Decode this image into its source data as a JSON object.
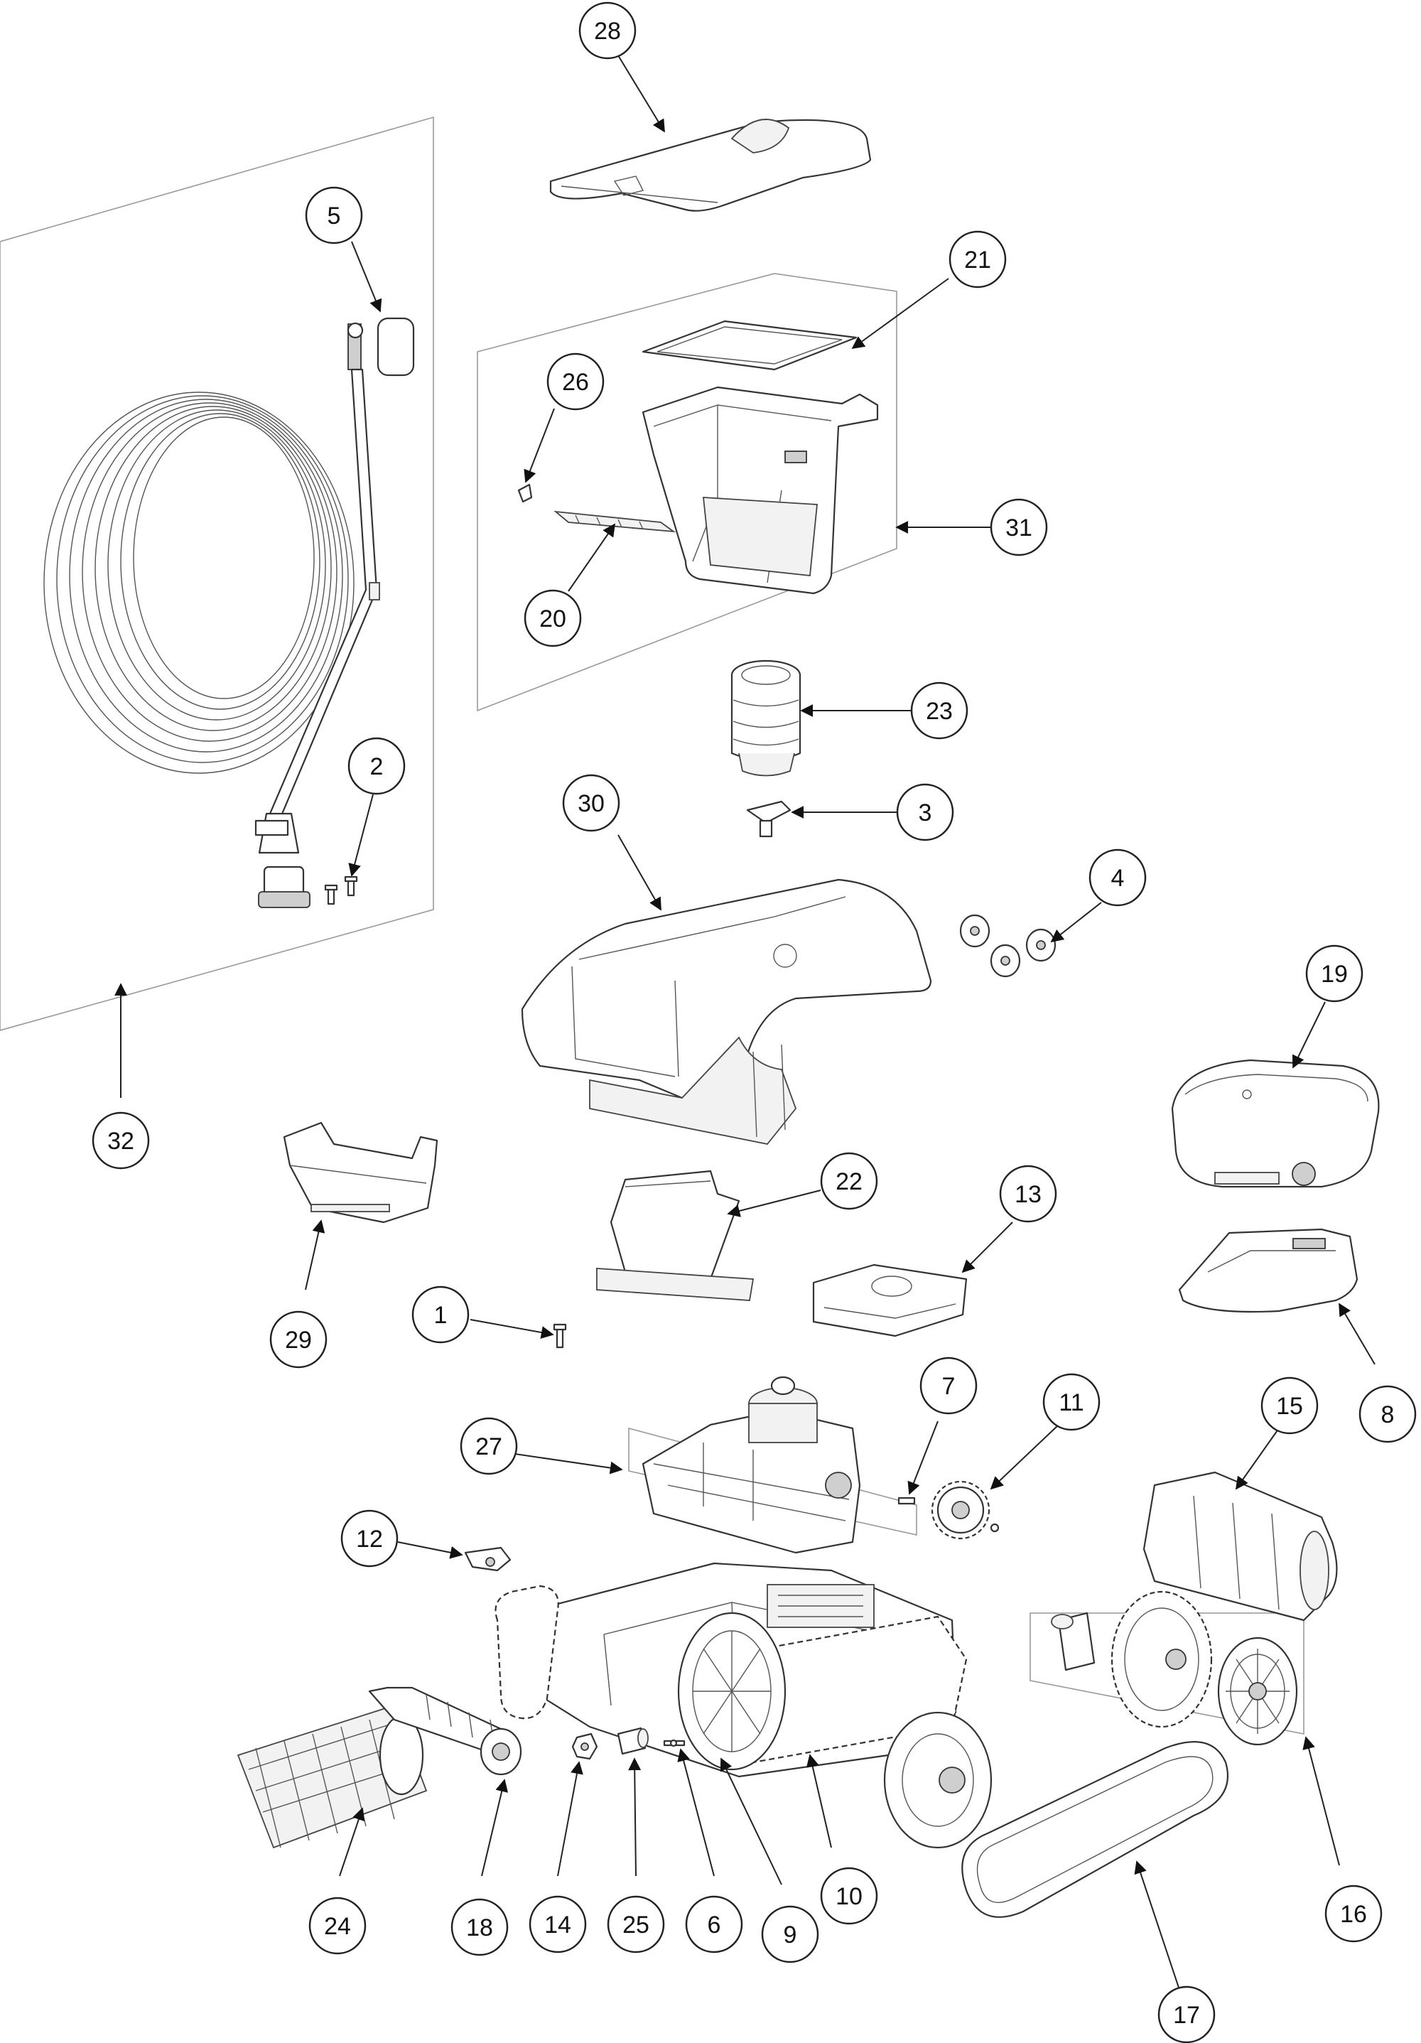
{
  "diagram": {
    "callouts": [
      {
        "id": "28",
        "label": "28"
      },
      {
        "id": "5",
        "label": "5"
      },
      {
        "id": "21",
        "label": "21"
      },
      {
        "id": "26",
        "label": "26"
      },
      {
        "id": "31",
        "label": "31"
      },
      {
        "id": "20",
        "label": "20"
      },
      {
        "id": "23",
        "label": "23"
      },
      {
        "id": "2",
        "label": "2"
      },
      {
        "id": "30",
        "label": "30"
      },
      {
        "id": "3",
        "label": "3"
      },
      {
        "id": "4",
        "label": "4"
      },
      {
        "id": "19",
        "label": "19"
      },
      {
        "id": "32",
        "label": "32"
      },
      {
        "id": "22",
        "label": "22"
      },
      {
        "id": "13",
        "label": "13"
      },
      {
        "id": "29",
        "label": "29"
      },
      {
        "id": "1",
        "label": "1"
      },
      {
        "id": "8",
        "label": "8"
      },
      {
        "id": "7",
        "label": "7"
      },
      {
        "id": "11",
        "label": "11"
      },
      {
        "id": "27",
        "label": "27"
      },
      {
        "id": "15",
        "label": "15"
      },
      {
        "id": "12",
        "label": "12"
      },
      {
        "id": "24",
        "label": "24"
      },
      {
        "id": "18",
        "label": "18"
      },
      {
        "id": "14",
        "label": "14"
      },
      {
        "id": "25",
        "label": "25"
      },
      {
        "id": "6",
        "label": "6"
      },
      {
        "id": "9",
        "label": "9"
      },
      {
        "id": "10",
        "label": "10"
      },
      {
        "id": "16",
        "label": "16"
      },
      {
        "id": "17",
        "label": "17"
      }
    ]
  }
}
